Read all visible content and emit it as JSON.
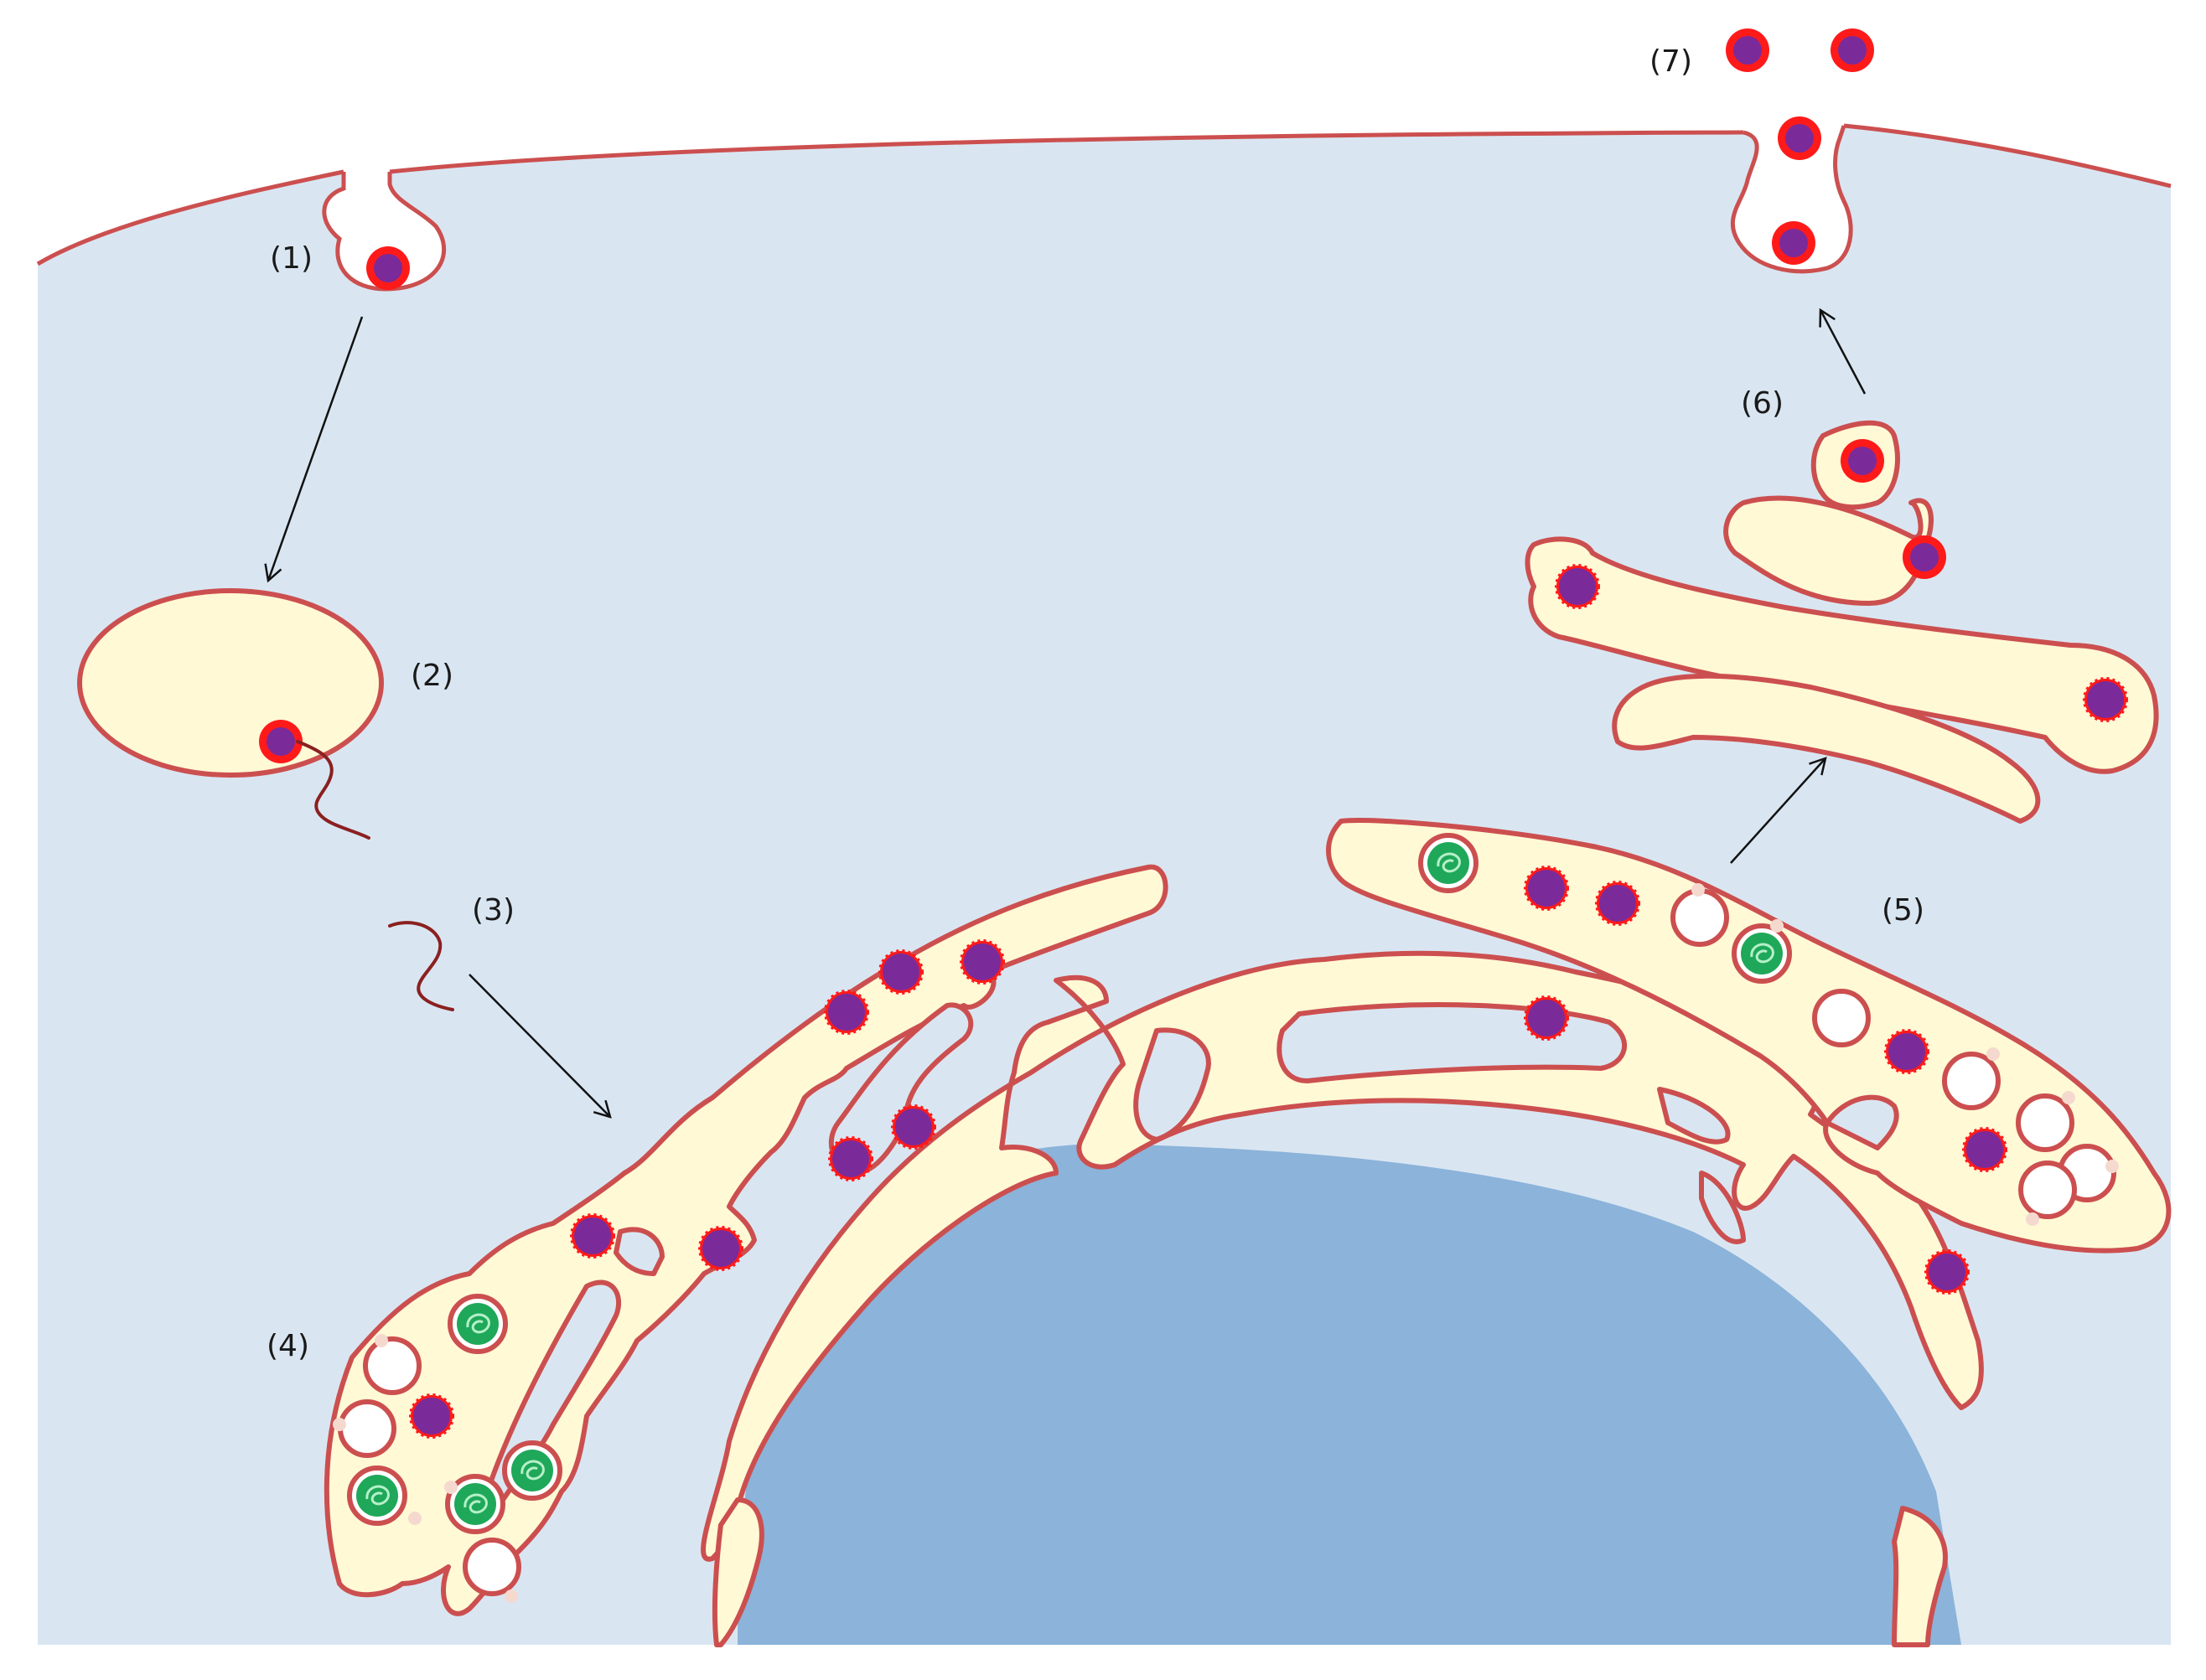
{
  "diagram": {
    "labels": {
      "step1": "(1)",
      "step2": "(2)",
      "step3": "(3)",
      "step4": "(4)",
      "step5": "(5)",
      "step6": "(6)",
      "step7": "(7)"
    },
    "colors": {
      "background": "#ffffff",
      "cytoplasm": "#d9e6f2",
      "membrane": "#cc4f4f",
      "lumen": "#fff9d6",
      "nucleus": "#8cb3d9",
      "virion_core": "#7b2a9a",
      "virion_envelope": "#ff1a1a",
      "replication_complex": "#1fa85a",
      "arrow": "#111111",
      "rna": "#8b2020"
    },
    "icons": [
      "virion-icon",
      "budding-virion-icon",
      "replication-complex-icon",
      "double-membrane-vesicle-icon",
      "rna-strand-icon",
      "arrow-icon"
    ]
  }
}
